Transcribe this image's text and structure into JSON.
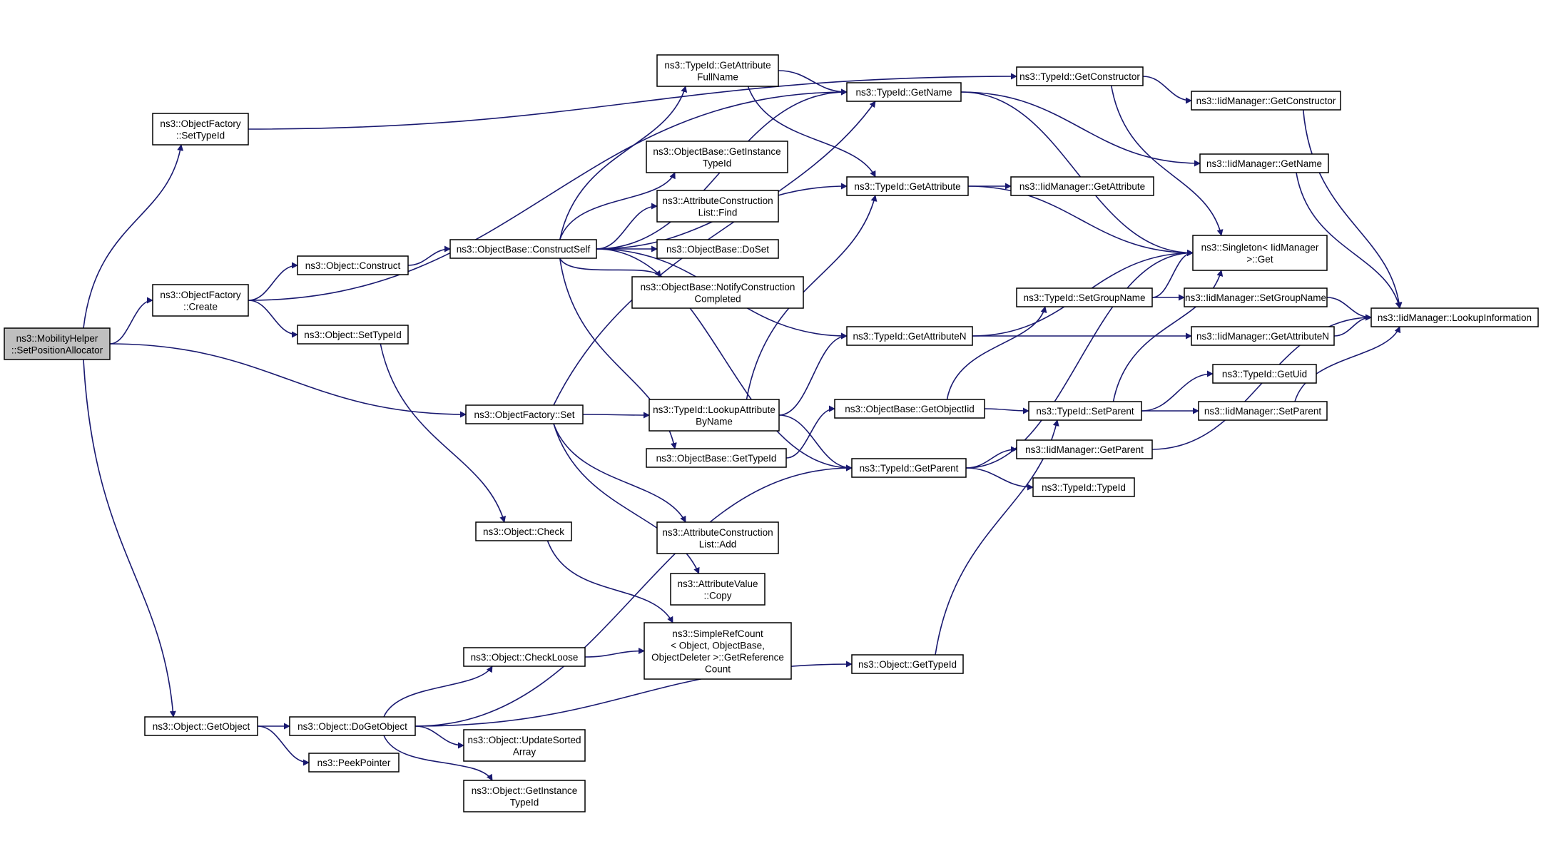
{
  "colors": {
    "edge": "#191970",
    "node_fill": "#ffffff",
    "root_fill": "#bfbfbf",
    "node_border": "#000000",
    "text": "#000000"
  },
  "nodes": {
    "root": [
      "ns3::MobilityHelper",
      "::SetPositionAllocator"
    ],
    "of_settypeid": [
      "ns3::ObjectFactory",
      "::SetTypeId"
    ],
    "of_create": [
      "ns3::ObjectFactory",
      "::Create"
    ],
    "of_set": [
      "ns3::ObjectFactory::Set"
    ],
    "obj_getobject": [
      "ns3::Object::GetObject"
    ],
    "obj_construct": [
      "ns3::Object::Construct"
    ],
    "obj_settypeid": [
      "ns3::Object::SetTypeId"
    ],
    "obj_check": [
      "ns3::Object::Check"
    ],
    "obj_checkloose": [
      "ns3::Object::CheckLoose"
    ],
    "obj_dogetobject": [
      "ns3::Object::DoGetObject"
    ],
    "peekpointer": [
      "ns3::PeekPointer"
    ],
    "ob_constructself": [
      "ns3::ObjectBase::ConstructSelf"
    ],
    "tid_getattrfullname": [
      "ns3::TypeId::GetAttribute",
      "FullName"
    ],
    "ob_getinstancetypeid": [
      "ns3::ObjectBase::GetInstance",
      "TypeId"
    ],
    "acl_find": [
      "ns3::AttributeConstruction",
      "List::Find"
    ],
    "ob_doset": [
      "ns3::ObjectBase::DoSet"
    ],
    "ob_notify": [
      "ns3::ObjectBase::NotifyConstruction",
      "Completed"
    ],
    "tid_lookupattr": [
      "ns3::TypeId::LookupAttribute",
      "ByName"
    ],
    "ob_gettypeid": [
      "ns3::ObjectBase::GetTypeId"
    ],
    "acl_add": [
      "ns3::AttributeConstruction",
      "List::Add"
    ],
    "av_copy": [
      "ns3::AttributeValue",
      "::Copy"
    ],
    "srefcount": [
      "ns3::SimpleRefCount",
      "< Object, ObjectBase,",
      "ObjectDeleter >::GetReference",
      "Count"
    ],
    "obj_updatesorted": [
      "ns3::Object::UpdateSorted",
      "Array"
    ],
    "obj_getinstancetypeid": [
      "ns3::Object::GetInstance",
      "TypeId"
    ],
    "tid_getname": [
      "ns3::TypeId::GetName"
    ],
    "tid_getattribute": [
      "ns3::TypeId::GetAttribute"
    ],
    "tid_getattributen": [
      "ns3::TypeId::GetAttributeN"
    ],
    "ob_getobjectiid": [
      "ns3::ObjectBase::GetObjectIid"
    ],
    "tid_getparent": [
      "ns3::TypeId::GetParent"
    ],
    "obj_gettypeid": [
      "ns3::Object::GetTypeId"
    ],
    "tid_getconstructor": [
      "ns3::TypeId::GetConstructor"
    ],
    "tid_setgroupname": [
      "ns3::TypeId::SetGroupName"
    ],
    "tid_setparent": [
      "ns3::TypeId::SetParent"
    ],
    "iid_getparent": [
      "ns3::IidManager::GetParent"
    ],
    "tid_typeid": [
      "ns3::TypeId::TypeId"
    ],
    "iid_getconstructor": [
      "ns3::IidManager::GetConstructor"
    ],
    "iid_getname": [
      "ns3::IidManager::GetName"
    ],
    "iid_getattribute": [
      "ns3::IidManager::GetAttribute"
    ],
    "singleton_get": [
      "ns3::Singleton< IidManager",
      ">::Get"
    ],
    "iid_setgroupname": [
      "ns3::IidManager::SetGroupName"
    ],
    "iid_getattributen": [
      "ns3::IidManager::GetAttributeN"
    ],
    "tid_getuid": [
      "ns3::TypeId::GetUid"
    ],
    "iid_setparent": [
      "ns3::IidManager::SetParent"
    ],
    "iid_lookupinfo": [
      "ns3::IidManager::LookupInformation"
    ]
  },
  "edges": [
    [
      "root",
      "of_settypeid"
    ],
    [
      "root",
      "of_create"
    ],
    [
      "root",
      "of_set"
    ],
    [
      "root",
      "obj_getobject"
    ],
    [
      "of_settypeid",
      "tid_getconstructor"
    ],
    [
      "of_create",
      "tid_getname"
    ],
    [
      "of_create",
      "obj_construct"
    ],
    [
      "of_create",
      "obj_settypeid"
    ],
    [
      "obj_construct",
      "ob_constructself"
    ],
    [
      "obj_settypeid",
      "obj_check"
    ],
    [
      "ob_constructself",
      "tid_getattrfullname"
    ],
    [
      "ob_constructself",
      "tid_getname"
    ],
    [
      "ob_constructself",
      "tid_getattribute"
    ],
    [
      "ob_constructself",
      "ob_getinstancetypeid"
    ],
    [
      "ob_constructself",
      "acl_find"
    ],
    [
      "ob_constructself",
      "ob_doset"
    ],
    [
      "ob_constructself",
      "ob_notify"
    ],
    [
      "ob_constructself",
      "tid_getattributen"
    ],
    [
      "ob_constructself",
      "ob_gettypeid"
    ],
    [
      "ob_constructself",
      "tid_getparent"
    ],
    [
      "tid_getattrfullname",
      "tid_getname"
    ],
    [
      "tid_getattrfullname",
      "tid_getattribute"
    ],
    [
      "of_set",
      "tid_getname"
    ],
    [
      "of_set",
      "tid_lookupattr"
    ],
    [
      "of_set",
      "acl_add"
    ],
    [
      "of_set",
      "av_copy"
    ],
    [
      "tid_lookupattr",
      "tid_getattribute"
    ],
    [
      "tid_lookupattr",
      "tid_getattributen"
    ],
    [
      "tid_lookupattr",
      "tid_getparent"
    ],
    [
      "obj_check",
      "srefcount"
    ],
    [
      "obj_checkloose",
      "srefcount"
    ],
    [
      "obj_getobject",
      "obj_dogetobject"
    ],
    [
      "obj_getobject",
      "peekpointer"
    ],
    [
      "obj_dogetobject",
      "obj_checkloose"
    ],
    [
      "obj_dogetobject",
      "tid_getparent"
    ],
    [
      "obj_dogetobject",
      "obj_updatesorted"
    ],
    [
      "obj_dogetobject",
      "obj_getinstancetypeid"
    ],
    [
      "obj_dogetobject",
      "obj_gettypeid"
    ],
    [
      "tid_getname",
      "iid_getname"
    ],
    [
      "tid_getname",
      "singleton_get"
    ],
    [
      "tid_getattribute",
      "iid_getattribute"
    ],
    [
      "tid_getattribute",
      "singleton_get"
    ],
    [
      "tid_getattributen",
      "singleton_get"
    ],
    [
      "tid_getattributen",
      "iid_getattributen"
    ],
    [
      "ob_gettypeid",
      "ob_getobjectiid"
    ],
    [
      "ob_getobjectiid",
      "tid_setgroupname"
    ],
    [
      "ob_getobjectiid",
      "tid_setparent"
    ],
    [
      "tid_getparent",
      "iid_getparent"
    ],
    [
      "tid_getparent",
      "tid_typeid"
    ],
    [
      "tid_getparent",
      "singleton_get"
    ],
    [
      "obj_gettypeid",
      "tid_setparent"
    ],
    [
      "tid_getconstructor",
      "iid_getconstructor"
    ],
    [
      "tid_getconstructor",
      "singleton_get"
    ],
    [
      "tid_setgroupname",
      "singleton_get"
    ],
    [
      "tid_setgroupname",
      "iid_setgroupname"
    ],
    [
      "tid_setparent",
      "singleton_get"
    ],
    [
      "tid_setparent",
      "tid_getuid"
    ],
    [
      "tid_setparent",
      "iid_setparent"
    ],
    [
      "iid_getconstructor",
      "iid_lookupinfo"
    ],
    [
      "iid_getname",
      "iid_lookupinfo"
    ],
    [
      "iid_setgroupname",
      "iid_lookupinfo"
    ],
    [
      "iid_getattributen",
      "iid_lookupinfo"
    ],
    [
      "iid_setparent",
      "iid_lookupinfo"
    ],
    [
      "iid_getparent",
      "iid_lookupinfo"
    ]
  ]
}
